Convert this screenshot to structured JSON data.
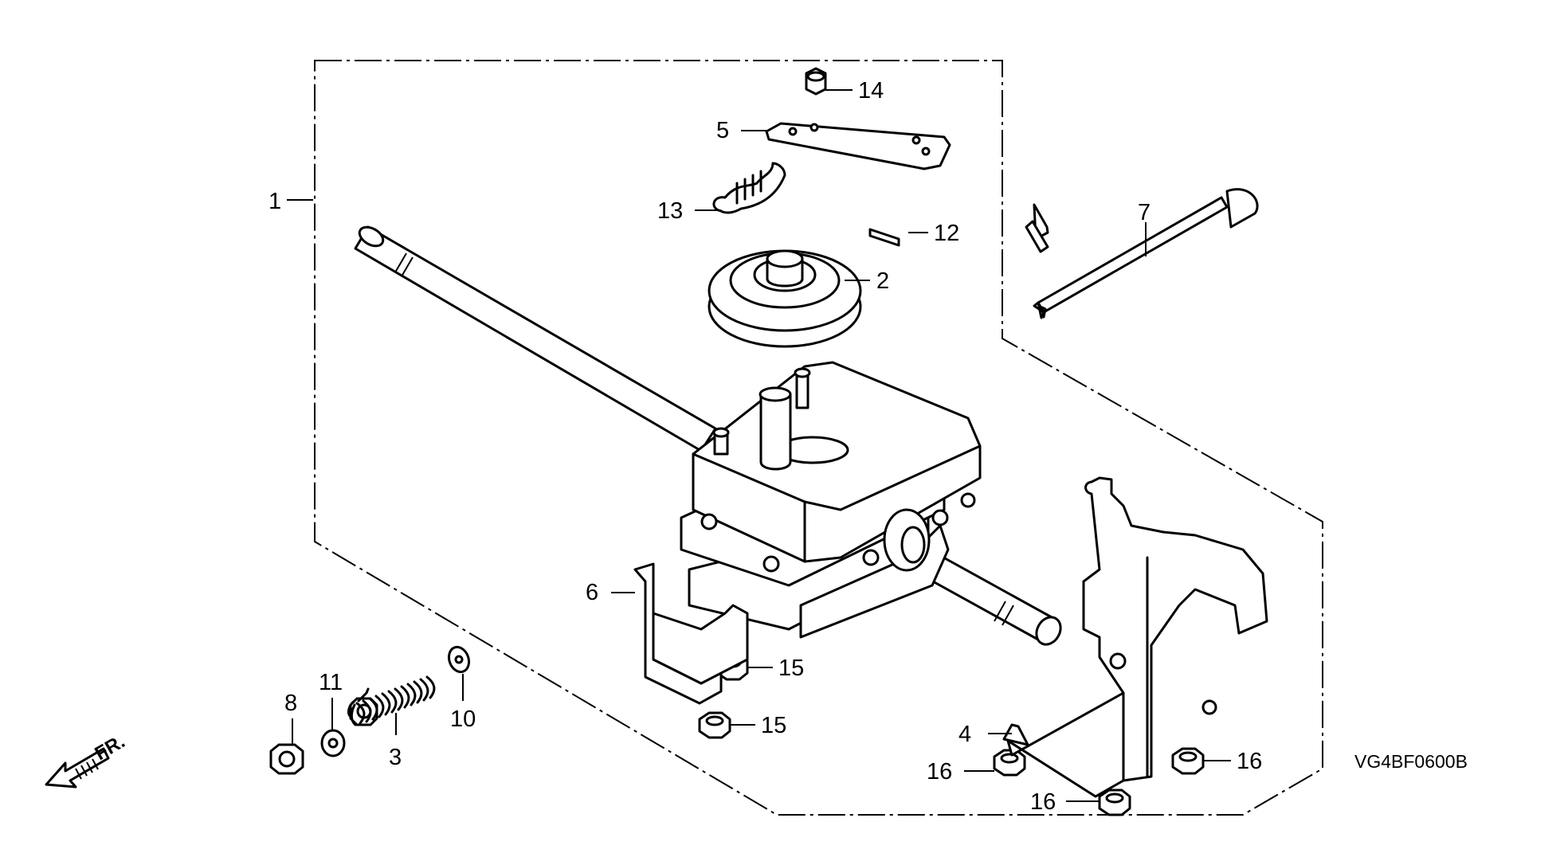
{
  "callouts": [
    {
      "id": "c1",
      "text": "1"
    },
    {
      "id": "c2",
      "text": "2"
    },
    {
      "id": "c3",
      "text": "3"
    },
    {
      "id": "c4",
      "text": "4"
    },
    {
      "id": "c5",
      "text": "5"
    },
    {
      "id": "c6",
      "text": "6"
    },
    {
      "id": "c7",
      "text": "7"
    },
    {
      "id": "c8",
      "text": "8"
    },
    {
      "id": "c10",
      "text": "10"
    },
    {
      "id": "c11",
      "text": "11"
    },
    {
      "id": "c12",
      "text": "12"
    },
    {
      "id": "c13",
      "text": "13"
    },
    {
      "id": "c14",
      "text": "14"
    },
    {
      "id": "c15a",
      "text": "15"
    },
    {
      "id": "c15b",
      "text": "15"
    },
    {
      "id": "c16a",
      "text": "16"
    },
    {
      "id": "c16b",
      "text": "16"
    },
    {
      "id": "c16c",
      "text": "16"
    }
  ],
  "direction_label": "FR.",
  "diagram_code": "VG4BF0600B"
}
